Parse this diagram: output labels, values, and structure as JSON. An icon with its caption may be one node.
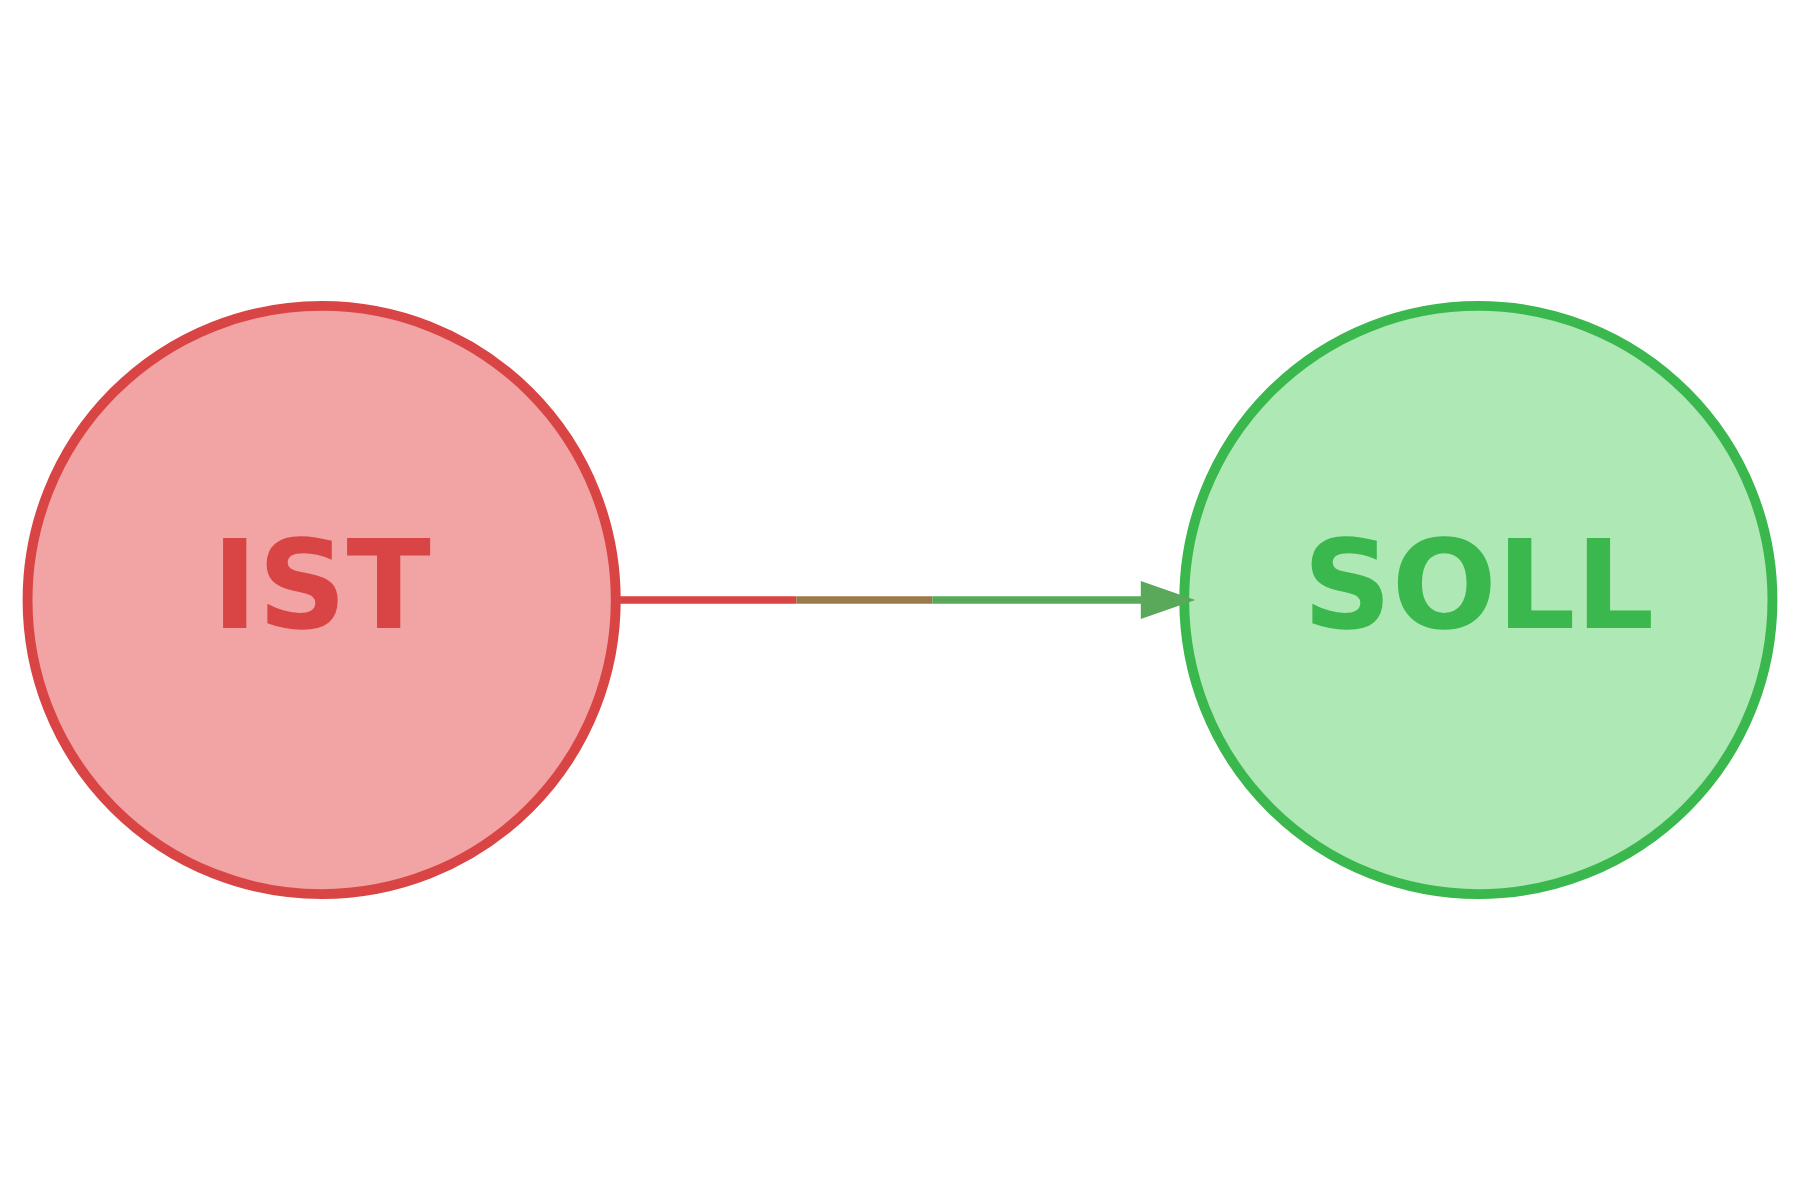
{
  "diagram": {
    "nodes": [
      {
        "text": [
          "IST"
        ]
      },
      {
        "text": [
          "SOLL"
        ]
      }
    ],
    "edges": [
      {
        "from": 0,
        "to": 1,
        "arrow": "to"
      }
    ]
  }
}
